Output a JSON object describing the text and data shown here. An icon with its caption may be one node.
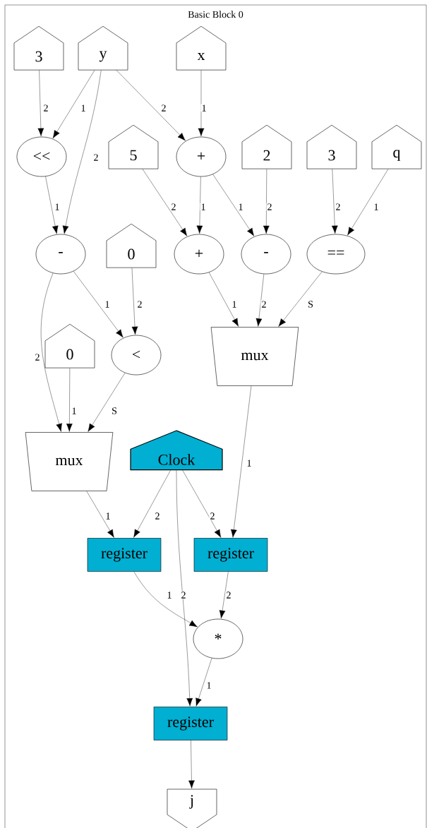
{
  "diagram": {
    "nodes": [
      {
        "text": [
          "Basic Block 0"
        ]
      },
      {
        "text": [
          "3"
        ],
        "in": 0
      },
      {
        "text": [
          "y"
        ],
        "in": 0
      },
      {
        "text": [
          "x"
        ],
        "in": 0
      },
      {
        "text": [
          "<<"
        ],
        "in": 0
      },
      {
        "text": [
          "5"
        ],
        "in": 0
      },
      {
        "text": [
          "+"
        ],
        "in": 0
      },
      {
        "text": [
          "2"
        ],
        "in": 0
      },
      {
        "text": [
          "3"
        ],
        "in": 0
      },
      {
        "text": [
          "q"
        ],
        "in": 0
      },
      {
        "text": [
          "-"
        ],
        "in": 0
      },
      {
        "text": [
          "0"
        ],
        "in": 0
      },
      {
        "text": [
          "+"
        ],
        "in": 0
      },
      {
        "text": [
          "-"
        ],
        "in": 0
      },
      {
        "text": [
          "=="
        ],
        "in": 0
      },
      {
        "text": [
          "0"
        ],
        "in": 0
      },
      {
        "text": [
          "<"
        ],
        "in": 0
      },
      {
        "text": [
          "mux"
        ],
        "in": 0
      },
      {
        "text": [
          "mux"
        ],
        "in": 0
      },
      {
        "text": [
          "Clock"
        ],
        "in": 0
      },
      {
        "text": [
          "register"
        ],
        "in": 0
      },
      {
        "text": [
          "register"
        ],
        "in": 0
      },
      {
        "text": [
          "*"
        ],
        "in": 0
      },
      {
        "text": [
          "register"
        ],
        "in": 0
      },
      {
        "text": [
          "j"
        ],
        "in": 0
      }
    ],
    "edges": [
      {
        "from": 1,
        "to": 4,
        "arrow": "to",
        "label": "2"
      },
      {
        "from": 2,
        "to": 4,
        "arrow": "to",
        "label": "1"
      },
      {
        "from": 2,
        "to": 10,
        "arrow": "to",
        "label": "2"
      },
      {
        "from": 2,
        "to": 6,
        "arrow": "to",
        "label": "2"
      },
      {
        "from": 3,
        "to": 6,
        "arrow": "to",
        "label": "1"
      },
      {
        "from": 4,
        "to": 10,
        "arrow": "to",
        "label": "1"
      },
      {
        "from": 5,
        "to": 12,
        "arrow": "to",
        "label": "2"
      },
      {
        "from": 6,
        "to": 12,
        "arrow": "to",
        "label": "1"
      },
      {
        "from": 6,
        "to": 13,
        "arrow": "to",
        "label": "1"
      },
      {
        "from": 7,
        "to": 13,
        "arrow": "to",
        "label": "2"
      },
      {
        "from": 8,
        "to": 14,
        "arrow": "to",
        "label": "2"
      },
      {
        "from": 9,
        "to": 14,
        "arrow": "to",
        "label": "1"
      },
      {
        "from": 10,
        "to": 16,
        "arrow": "to",
        "label": "1"
      },
      {
        "from": 11,
        "to": 16,
        "arrow": "to",
        "label": "2"
      },
      {
        "from": 10,
        "to": 18,
        "arrow": "to",
        "label": "2"
      },
      {
        "from": 12,
        "to": 17,
        "arrow": "to",
        "label": "1"
      },
      {
        "from": 13,
        "to": 17,
        "arrow": "to",
        "label": "2"
      },
      {
        "from": 14,
        "to": 17,
        "arrow": "to",
        "label": "S"
      },
      {
        "from": 15,
        "to": 18,
        "arrow": "to",
        "label": "1"
      },
      {
        "from": 16,
        "to": 18,
        "arrow": "to",
        "label": "S"
      },
      {
        "from": 17,
        "to": 21,
        "arrow": "to",
        "label": "1"
      },
      {
        "from": 18,
        "to": 20,
        "arrow": "to",
        "label": "1"
      },
      {
        "from": 19,
        "to": 20,
        "arrow": "to",
        "label": "2"
      },
      {
        "from": 19,
        "to": 21,
        "arrow": "to",
        "label": "2"
      },
      {
        "from": 19,
        "to": 23,
        "arrow": "to",
        "label": "2"
      },
      {
        "from": 20,
        "to": 22,
        "arrow": "to",
        "label": "1"
      },
      {
        "from": 21,
        "to": 22,
        "arrow": "to",
        "label": "2"
      },
      {
        "from": 22,
        "to": 23,
        "arrow": "to",
        "label": "1"
      },
      {
        "from": 23,
        "to": 24,
        "arrow": "to"
      }
    ]
  }
}
